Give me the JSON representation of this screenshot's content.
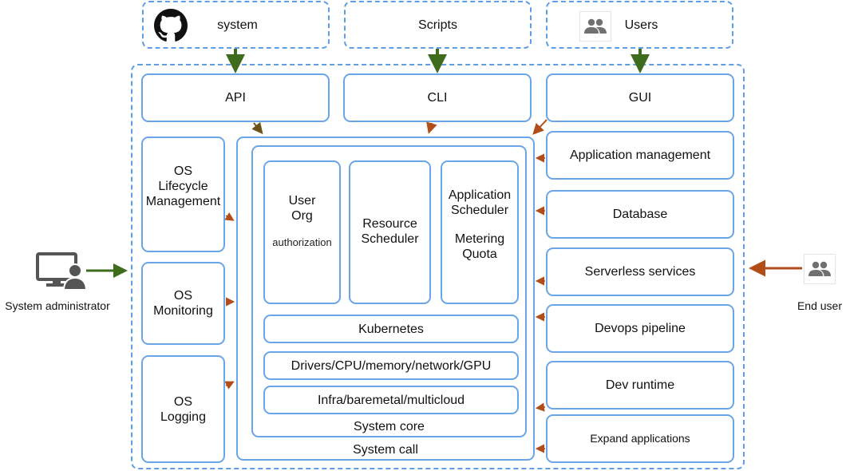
{
  "sources": {
    "system": {
      "label": "system",
      "icon": "github-icon"
    },
    "scripts": {
      "label": "Scripts"
    },
    "users": {
      "label": "Users",
      "icon": "users-icon"
    }
  },
  "interfaces": {
    "api": "API",
    "cli": "CLI",
    "gui": "GUI"
  },
  "os_services": [
    {
      "label": "OS\nLifecycle\nManagement"
    },
    {
      "label": "OS\nMonitoring"
    },
    {
      "label": "OS\nLogging"
    }
  ],
  "core": {
    "system_call_label": "System call",
    "system_core_label": "System core",
    "user_org": {
      "title": "User\nOrg",
      "sub": "authorization"
    },
    "resource_scheduler": "Resource\nScheduler",
    "application_scheduler": {
      "title": "Application\nScheduler",
      "sub": "Metering\nQuota"
    },
    "layers": [
      "Kubernetes",
      "Drivers/CPU/memory/network/GPU",
      "Infra/baremetal/multicloud"
    ]
  },
  "applications": [
    "Application management",
    "Database",
    "Serverless services",
    "Devops pipeline",
    "Dev runtime",
    "Expand applications"
  ],
  "actors": {
    "left": {
      "label": "System administrator",
      "icon": "admin-computer-icon"
    },
    "right": {
      "label": "End user",
      "icon": "users-icon"
    }
  },
  "colors": {
    "box_border": "#6aa5ea",
    "dashed_border": "#5d9ee6",
    "green_arrow": "#3e6b1c",
    "orange_arrow": "#b24d1a",
    "olive_arrow": "#6b5415"
  }
}
